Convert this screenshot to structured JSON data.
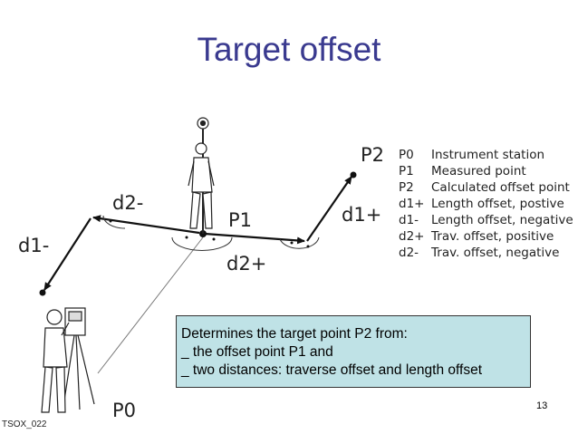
{
  "title": "Target offset",
  "labels": {
    "p0": "P0",
    "p1": "P1",
    "p2": "P2",
    "d1_minus": "d1-",
    "d1_plus": "d1+",
    "d2_minus": "d2-",
    "d2_plus": "d2+"
  },
  "legend": [
    {
      "code": "P0",
      "text": "Instrument station"
    },
    {
      "code": "P1",
      "text": "Measured point"
    },
    {
      "code": "P2",
      "text": "Calculated offset point"
    },
    {
      "code": "d1+",
      "text": "Length offset, postive"
    },
    {
      "code": "d1-",
      "text": "Length offset, negative"
    },
    {
      "code": "d2+",
      "text": "Trav. offset, positive"
    },
    {
      "code": "d2-",
      "text": "Trav. offset, negative"
    }
  ],
  "callout": {
    "line1": "Determines the target point P2 from:",
    "line2": "_ the offset point P1 and",
    "line3": "_ two distances: traverse offset and length offset"
  },
  "page_number": "13",
  "figure_code": "TSOX_022",
  "colors": {
    "title": "#3a3a8f",
    "callout_bg": "#bfe2e6"
  }
}
